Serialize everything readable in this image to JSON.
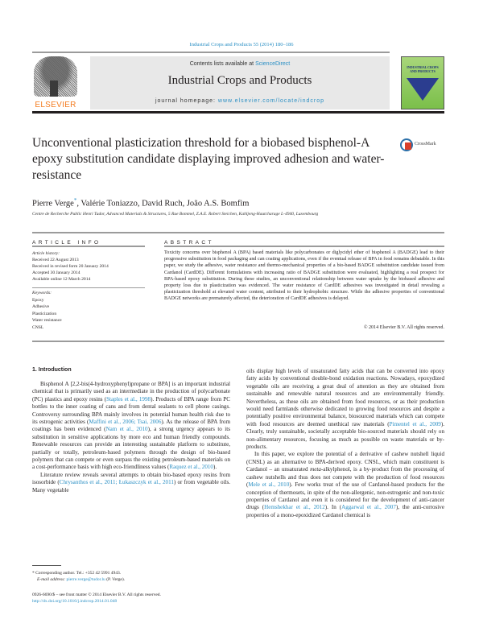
{
  "header": {
    "journal_ref": "Industrial Crops and Products 55 (2014) 180–186",
    "contents_prefix": "Contents lists available at ",
    "contents_link": "ScienceDirect",
    "journal_title": "Industrial Crops and Products",
    "homepage_prefix": "journal homepage: ",
    "homepage_link": "www.elsevier.com/locate/indcrop",
    "publisher_logo": "ELSEVIER",
    "cover_title": "INDUSTRIAL CROPS AND PRODUCTS",
    "crossmark_label": "CrossMark",
    "icons": {
      "publisher": "elsevier-tree-logo",
      "cover": "journal-cover-thumbnail",
      "crossmark": "crossmark-icon"
    }
  },
  "article": {
    "title": "Unconventional plasticization threshold for a biobased bisphenol-A epoxy substitution candidate displaying improved adhesion and water-resistance",
    "authors": [
      {
        "name": "Pierre Verge",
        "mark": "*"
      },
      {
        "name": "Valérie Toniazzo"
      },
      {
        "name": "David Ruch"
      },
      {
        "name": "João A.S. Bomfim"
      }
    ],
    "author_sep": ", ",
    "affiliation": "Centre de Recherche Public Henri Tudor, Advanced Materials & Structures, 5 Rue Bommel, Z.A.E. Robert Steichen, Kahljeng-Hautcharage L-4940, Luxembourg"
  },
  "article_info": {
    "heading": "ARTICLE INFO",
    "history_label": "Article history:",
    "history": [
      "Received 22 August 2013",
      "Received in revised form 20 January 2014",
      "Accepted 30 January 2014",
      "Available online 12 March 2014"
    ],
    "keywords_label": "Keywords:",
    "keywords": [
      "Epoxy",
      "Adhesive",
      "Plasticization",
      "Water resistance",
      "CNSL"
    ]
  },
  "abstract": {
    "heading": "ABSTRACT",
    "text": "Toxicity concerns over bisphenol A (BPA) based materials like polycarbonates or diglycidyl ether of bisphenol A (BADGE) lead to their progressive substitution in food packaging and can coating applications, even if the eventual release of BPA in food remains debatable. In this paper, we study the adhesive, water resistance and thermo-mechanical properties of a bio-based BADGE substitution candidate issued from Cardanol (CardDE). Different formulations with increasing ratio of BADGE substitution were evaluated, highlighting a real prospect for BPA-based epoxy substitution. During these studies, an unconventional relationship between water uptake by the biobased adhesive and property loss due to plasticization was evidenced. The water resistance of CardDE adhesives was investigated in detail revealing a plasticization threshold at elevated water content, attributed to their hydrophobic structure. While the adhesive properties of conventional BADGE networks are prematurely affected, the deterioration of CardDE adhesives is delayed.",
    "copyright": "© 2014 Elsevier B.V. All rights reserved."
  },
  "body": {
    "section_heading": "1.  Introduction",
    "left_p1": [
      {
        "t": "Bisphenol A [2,2-bis(4-hydroxyphenyl)propane or BPA] is an important industrial chemical that is primarily used as an intermediate in the production of polycarbonate (PC) plastics and epoxy resins ("
      },
      {
        "t": "Staples et al., 1998",
        "link": true
      },
      {
        "t": "). Products of BPA range from PC bottles to the inner coating of cans and from dental sealants to cell phone casings. Controversy surrounding BPA mainly involves its potential human health risk due to its estrogenic activities ("
      },
      {
        "t": "Maffini et al., 2006; Tsai, 2006",
        "link": true
      },
      {
        "t": "). As the release of BPA from coatings has been evidenced ("
      },
      {
        "t": "Nam et al., 2010",
        "link": true
      },
      {
        "t": "), a strong urgency appears to its substitution in sensitive applications by more eco and human friendly compounds. Renewable resources can provide an interesting sustainable platform to substitute, partially or totally, petroleum-based polymers through the design of bio-based polymers that can compete or even surpass the existing petroleum-based materials on a cost-performance basis with high eco-friendliness values ("
      },
      {
        "t": "Raquez et al., 2010",
        "link": true
      },
      {
        "t": ")."
      }
    ],
    "left_p2": [
      {
        "t": "Literature review reveals several attempts to obtain bio-based epoxy resins from isosorbide ("
      },
      {
        "t": "Chrysanthos et al., 2011; Łukaszczyk et al., 2011",
        "link": true
      },
      {
        "t": ") or from vegetable oils. Many vegetable"
      }
    ],
    "right_p1": [
      {
        "t": "oils display high levels of unsaturated fatty acids that can be converted into epoxy fatty acids by conventional double-bond oxidation reactions. Nowadays, epoxydized vegetable oils are receiving a great deal of attention as they are obtained from sustainable and renewable natural resources and are environmentally friendly. Nevertheless, as these oils are obtained from food resources, or as their production would need farmlands otherwise dedicated to growing food resources and despite a potentially positive environmental balance, biosourced materials which can compete with food resources are deemed unethical raw materials ("
      },
      {
        "t": "Pimentel et al., 2009",
        "link": true
      },
      {
        "t": "). Clearly, truly sustainable, societally acceptable bio-sourced materials should rely on non-alimentary resources, focusing as much as possible on waste materials or by-products."
      }
    ],
    "right_p2": [
      {
        "t": "In this paper, we explore the potential of a derivative of cashew nutshell liquid (CNSL) as an alternative to BPA-derived epoxy. CNSL, which main constituent is Cardanol – an unsaturated "
      },
      {
        "t": "meta",
        "em": true
      },
      {
        "t": "-alkylphenol, is a by-product from the processing of cashew nutshells and thus does not compete with the production of food resources ("
      },
      {
        "t": "Mele et al., 2010",
        "link": true
      },
      {
        "t": "). Few works treat of the use of Cardanol-based products for the conception of thermosets, in spite of the non-allergenic, non-estrogenic and non-toxic properties of Cardanol and even it is considered for the development of anti-cancer drugs ("
      },
      {
        "t": "Hemshekhar et al., 2012",
        "link": true
      },
      {
        "t": "). In ("
      },
      {
        "t": "Aggarwal et al., 2007",
        "link": true
      },
      {
        "t": "), the anti-corrosive properties of a mono-epoxidized Cardanol chemical is"
      }
    ]
  },
  "footnotes": {
    "corresponding": "* Corresponding author. Tel.: +352 42 5991 4943.",
    "email_label": "E-mail address: ",
    "email": "pierre.verge@tudor.lu",
    "email_suffix": " (P. Verge).",
    "issn": "0926-6690/$ – see front matter © 2014 Elsevier B.V. All rights reserved.",
    "doi": "http://dx.doi.org/10.1016/j.indcrop.2014.01.048"
  },
  "colors": {
    "link": "#2a8fc4",
    "elsevier_orange": "#f47c20",
    "masthead_gray": "#e8e8e8",
    "rule_gray": "#9b9b9b",
    "text": "#231f20"
  }
}
